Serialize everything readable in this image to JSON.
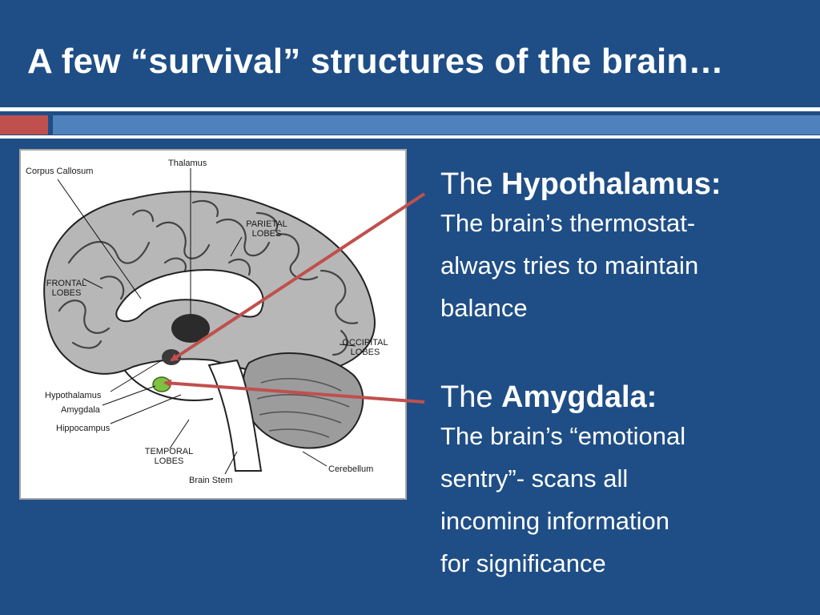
{
  "slide": {
    "title": "A few “survival” structures of the brain…",
    "colors": {
      "background": "#1f4e86",
      "accent_red": "#c0504d",
      "accent_blue": "#4f81bd"
    }
  },
  "diagram": {
    "labels": {
      "corpus_callosum": "Corpus Callosum",
      "thalamus": "Thalamus",
      "parietal_1": "PARIETAL",
      "parietal_2": "LOBES",
      "frontal_1": "FRONTAL",
      "frontal_2": "LOBES",
      "occipital_1": "OCCIPITAL",
      "occipital_2": "LOBES",
      "hypothalamus": "Hypothalamus",
      "amygdala": "Amygdala",
      "hippocampus": "Hippocampus",
      "temporal_1": "TEMPORAL",
      "temporal_2": "LOBES",
      "brain_stem": "Brain Stem",
      "cerebellum": "Cerebellum"
    }
  },
  "sections": [
    {
      "prefix": "The ",
      "term": "Hypothalamus:",
      "lines": [
        "The brain’s thermostat-",
        "always tries to maintain",
        "balance"
      ]
    },
    {
      "prefix": "The ",
      "term": "Amygdala:",
      "lines": [
        "The brain’s “emotional",
        "sentry”- scans all",
        "incoming information",
        "for significance"
      ]
    }
  ]
}
